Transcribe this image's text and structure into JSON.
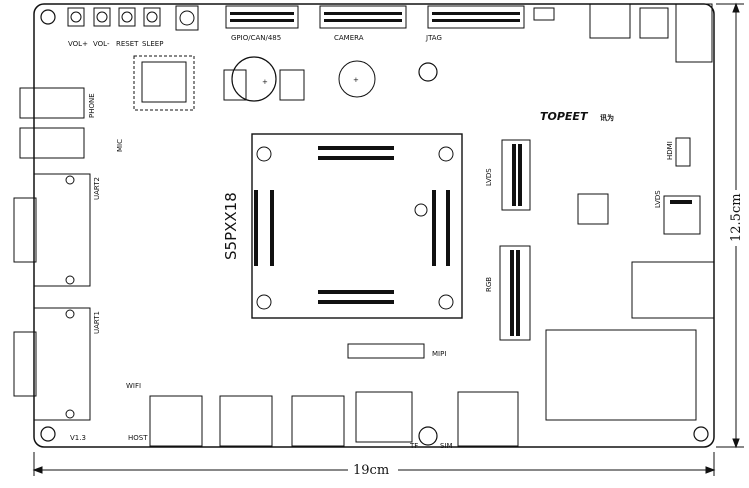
{
  "board": {
    "soc_label": "S5PXX18",
    "logo": "TOPEET",
    "logo_cn": "讯为",
    "version": "V1.3"
  },
  "dimensions": {
    "width": "19cm",
    "height": "12.5cm"
  },
  "labels": {
    "vol_plus": "VOL+",
    "vol_minus": "VOL-",
    "reset": "RESET",
    "sleep": "SLEEP",
    "gpio": "GPIO/CAN/485",
    "camera": "CAMERA",
    "jtag": "JTAG",
    "phone": "PHONE",
    "mic": "MIC",
    "uart2": "UART2",
    "uart1": "UART1",
    "wifi": "WIFI",
    "host": "HOST",
    "lvds_center": "LVDS",
    "lvds_right": "LVDS",
    "rgb": "RGB",
    "hdmi": "HDMI",
    "mipi": "MIPI",
    "tf": "TF",
    "sim": "SIM"
  }
}
